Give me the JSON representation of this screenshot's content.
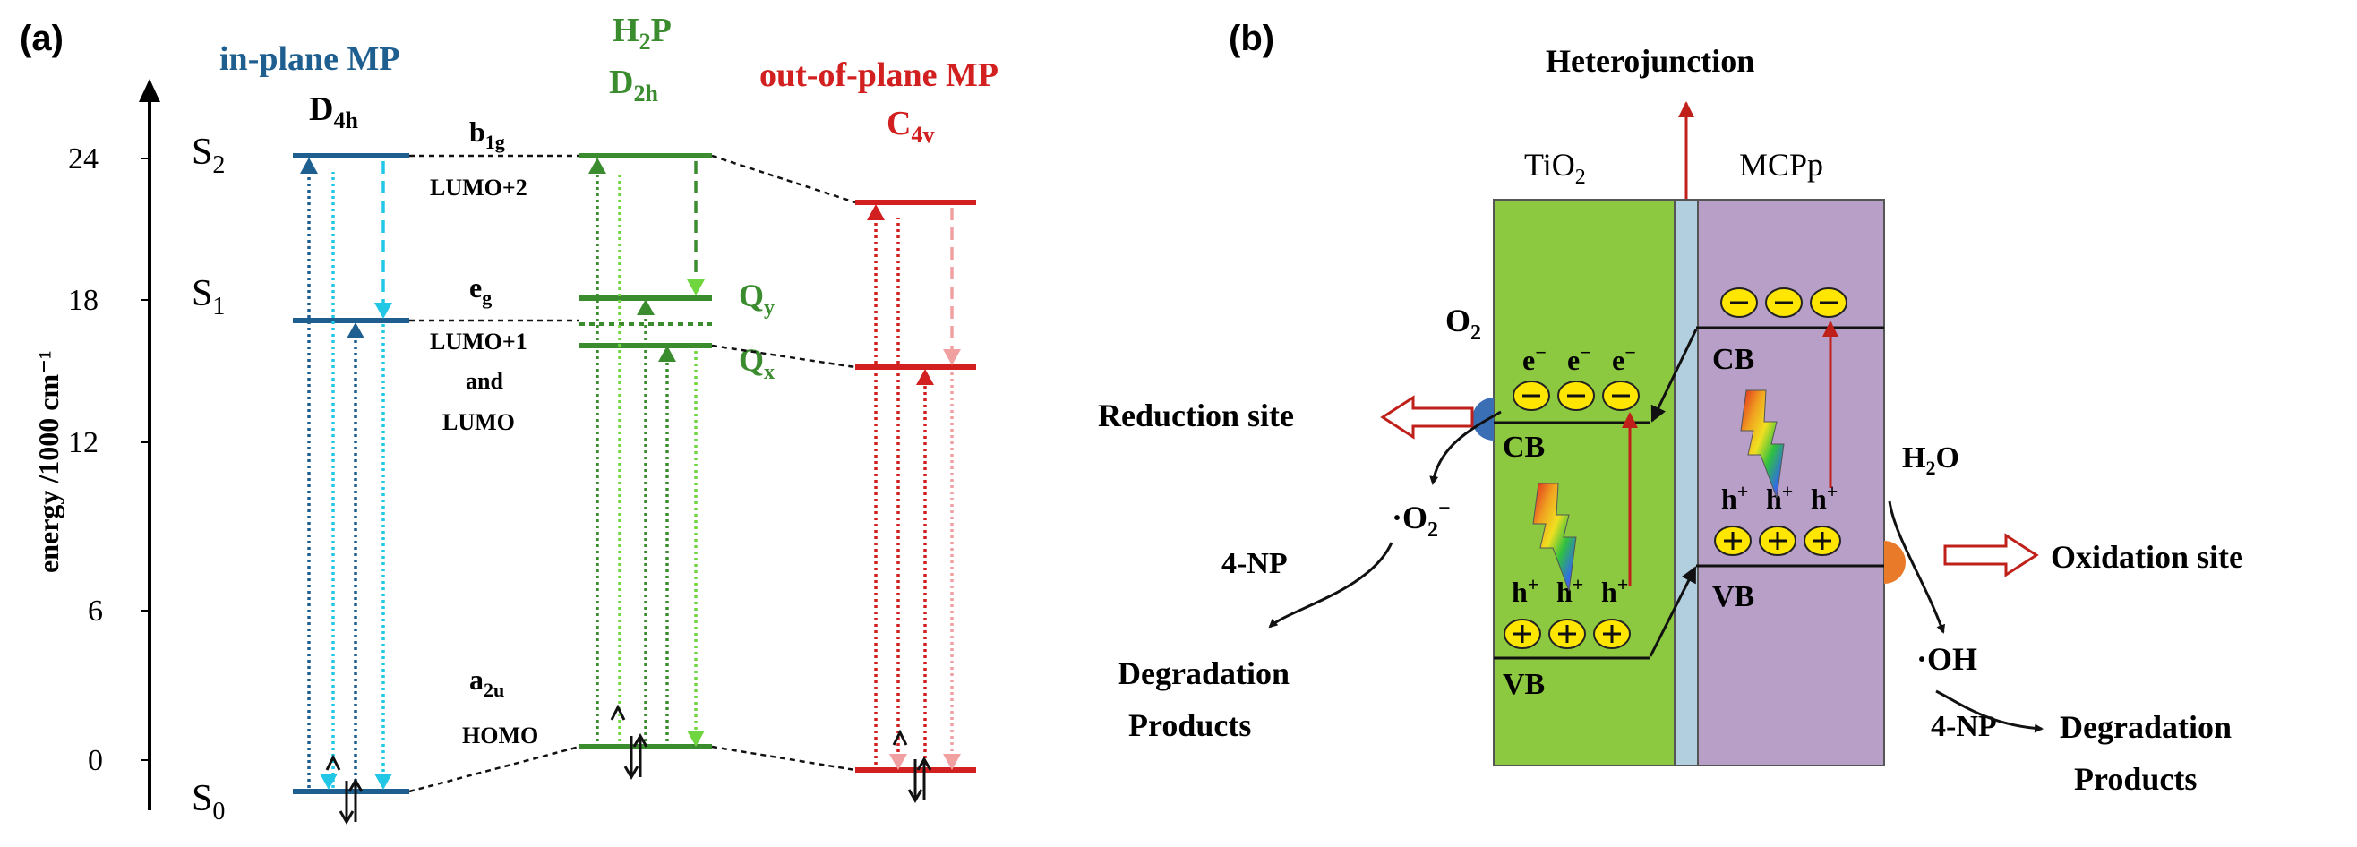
{
  "panel_a": {
    "label": "(a)",
    "y_axis_label": "energy /1000 cm⁻¹",
    "y_ticks": [
      "0",
      "6",
      "12",
      "18",
      "24"
    ],
    "state_labels": {
      "s0": "S",
      "s0_sub": "0",
      "s1": "S",
      "s1_sub": "1",
      "s2": "S",
      "s2_sub": "2"
    },
    "in_plane_title": "in-plane MP",
    "in_plane_sym": "D",
    "in_plane_sym_sub": "4h",
    "h2p_title_h": "H",
    "h2p_title_sub": "2",
    "h2p_title_p": "P",
    "h2p_sym": "D",
    "h2p_sym_sub": "2h",
    "out_plane_title": "out-of-plane MP",
    "out_plane_sym": "C",
    "out_plane_sym_sub": "4v",
    "orb_b1g": "b",
    "orb_b1g_sub": "1g",
    "orb_lumo2": "LUMO+2",
    "orb_eg": "e",
    "orb_eg_sub": "g",
    "orb_lumo1": "LUMO+1",
    "orb_and": "and",
    "orb_lumo": "LUMO",
    "orb_a2u": "a",
    "orb_a2u_sub": "2u",
    "orb_homo": "HOMO",
    "qy": "Q",
    "qy_sub": "y",
    "qx": "Q",
    "qx_sub": "x",
    "colors": {
      "in_plane": "#1f5f8f",
      "in_plane_light": "#22c7e6",
      "h2p": "#3a8c2e",
      "h2p_light": "#6fd640",
      "out_plane": "#d21f1f",
      "out_plane_light": "#f0a0a0"
    }
  },
  "panel_b": {
    "label": "(b)",
    "heterojunction": "Heterojunction",
    "tio2": "TiO",
    "tio2_sub": "2",
    "mcpp": "MCPp",
    "o2": "O",
    "o2_sub": "2",
    "electron": "e",
    "cb": "CB",
    "vb": "VB",
    "hole": "h",
    "reduction_site": "Reduction site",
    "oxidation_site": "Oxidation site",
    "superoxide": "·O",
    "superoxide_sub": "2",
    "superoxide_sup": "−",
    "np4": "4-NP",
    "degradation": "Degradation",
    "products": "Products",
    "h2o": "H",
    "h2o_sub": "2",
    "h2o_o": "O",
    "oh": "·OH",
    "colors": {
      "tio2": "#8cc940",
      "junction": "#b2cfe0",
      "mcpp": "#b79fc8",
      "charge_fill": "#ffe600",
      "arrow_red": "#c0201a",
      "o2_dot": "#3a6fb5",
      "h2o_dot": "#e87a2a"
    }
  }
}
